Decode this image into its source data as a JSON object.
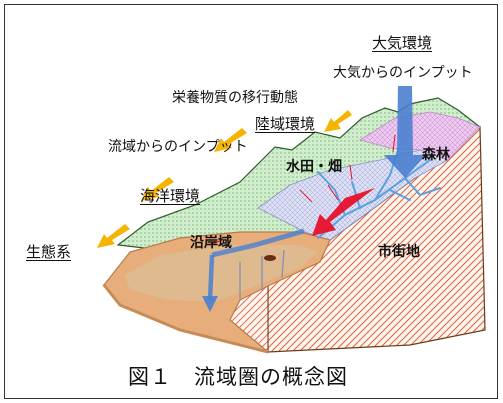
{
  "labels": {
    "atmosphere": "大気環境",
    "atmosphere_input": "大気からのインプット",
    "nutrient_migration": "栄養物質の移行動態",
    "land": "陸域環境",
    "basin_input": "流域からのインプット",
    "marine": "海洋環境",
    "ecosystem": "生態系",
    "paddy_field": "水田・畑",
    "forest": "森林",
    "coastal": "沿岸域",
    "urban": "市街地"
  },
  "caption": "図１　流域圏の概念図",
  "colors": {
    "input_arrow": "#f5b400",
    "atmos_arrow": "#4a7fd0",
    "river": "#5aa0e0",
    "red_arrow": "#e8102a",
    "land_green": "#c9efc2",
    "forest_pink": "#e9c3ec",
    "urban_blue": "#d8dcf4",
    "sea_orange": "#e8b07f",
    "cliff_hatch": "#e06040"
  },
  "icons": {
    "atmos": "down-arrow-icon",
    "input": "diagonal-arrow-icon"
  }
}
